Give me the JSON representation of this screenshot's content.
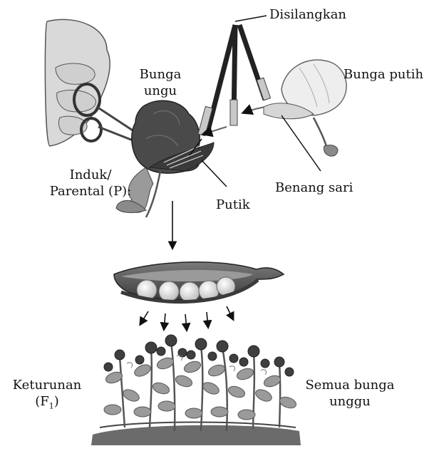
{
  "labels": {
    "disilangkan": "Disilangkan",
    "bunga_ungu_line1": "Bunga",
    "bunga_ungu_line2": "ungu",
    "bunga_putih": "Bunga putih",
    "induk_line1": "Induk/",
    "induk_line2": "Parental (P):",
    "putik": "Putik",
    "benang_sari": "Benang sari",
    "keturunan_line1": "Keturunan",
    "keturunan_f": "(F",
    "keturunan_sub": "1",
    "keturunan_close": ")",
    "semua_line1": "Semua bunga",
    "semua_line2": "unggu"
  },
  "colors": {
    "ink": "#111111",
    "purple_flower": "#4a4a4a",
    "white_flower": "#e6e6e6",
    "leaf": "#8a8a8a",
    "pea": "#f2f2f2",
    "pod": "#5a5a5a",
    "soil": "#6b6b6b"
  }
}
